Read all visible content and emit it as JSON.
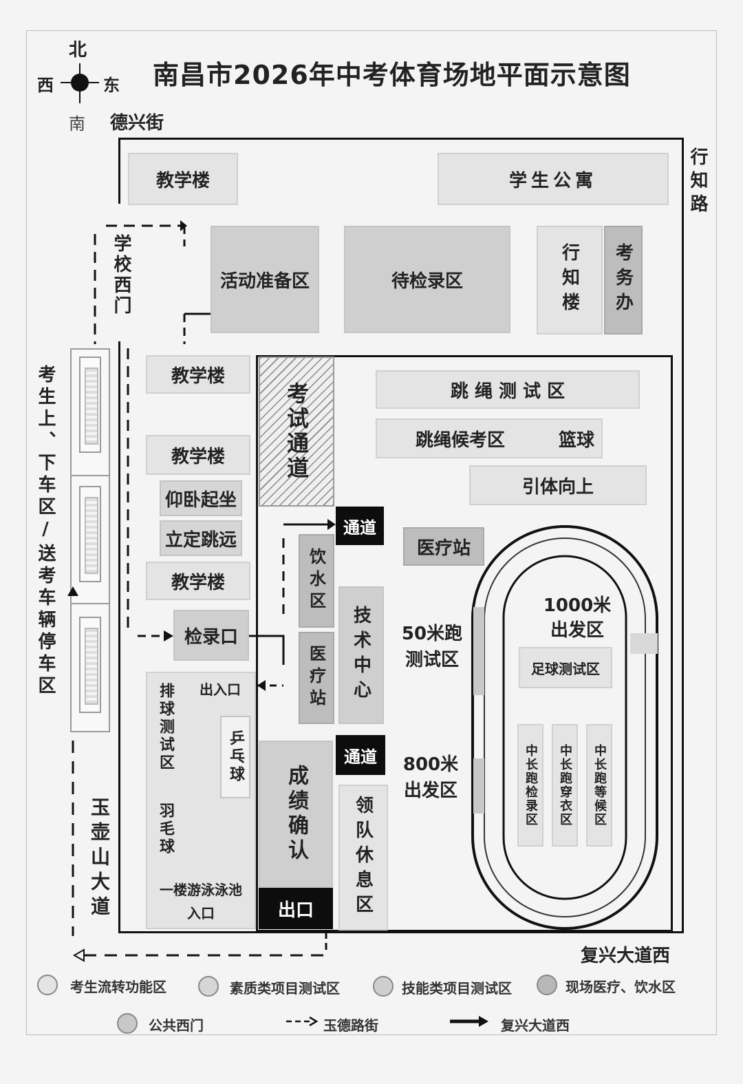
{
  "title": "南昌市2026年中考体育场地平面示意图",
  "compass": {
    "north": "北",
    "west": "西",
    "east": "东",
    "south": "南"
  },
  "roads": {
    "north": "德兴街",
    "east": "行知路",
    "west_avenue": "玉壶山大道",
    "south": "复兴大道西",
    "dropoff": "考生上、下车区/送考车辆停车区"
  },
  "buildings": {
    "teaching_top": "教学楼",
    "dorm": "学生公寓",
    "west_gate": "学校西门",
    "prep_area": "活动准备区",
    "waiting_area": "待检录区",
    "xingzhi_building": "行知楼",
    "exam_office": "考务办",
    "teaching_2": "教学楼",
    "teaching_3": "教学楼",
    "situp": "仰卧起坐",
    "long_jump": "立定跳远",
    "teaching_4": "教学楼",
    "checkin": "检录口",
    "exam_channel": "考试通道",
    "jumprope_test": "跳 绳 测 试 区",
    "jumprope_wait": "跳绳候考区",
    "basketball": "篮球",
    "pullup": "引体向上",
    "channel_1": "通道",
    "channel_2": "通道",
    "medical_1": "医疗站",
    "water": "饮水区",
    "medical_2": "医疗站",
    "tech_center": "技术中心",
    "sprint50": "50米跑测试区",
    "run1000": "1000米出发区",
    "football": "足球测试区",
    "run800": "800米出发区",
    "entrance": "出入口",
    "volleyball": "排球测试区",
    "pingpong": "乒乓球",
    "badminton": "羽毛球",
    "swimming": "一楼游泳泳池入口",
    "score_confirm": "成绩确认",
    "exit": "出口",
    "team_rest": "领队休息区",
    "mid_long_1": "中长跑检录区",
    "mid_long_2": "中长跑穿衣区",
    "mid_long_3": "中长跑等候区"
  },
  "legend": [
    {
      "label": "考生流转功能区",
      "shade": "#e4e4e4"
    },
    {
      "label": "素质类项目测试区",
      "shade": "#d6d6d6"
    },
    {
      "label": "技能类项目测试区",
      "shade": "#cfcfcf"
    },
    {
      "label": "现场医疗、饮水区",
      "shade": "#b8b8b8"
    },
    {
      "label": "公共西门",
      "shade": "#c8c8c8"
    },
    {
      "label": "玉德路街",
      "symbol": "dashed-arrow"
    },
    {
      "label": "复兴大道西",
      "symbol": "solid-arrow"
    }
  ]
}
